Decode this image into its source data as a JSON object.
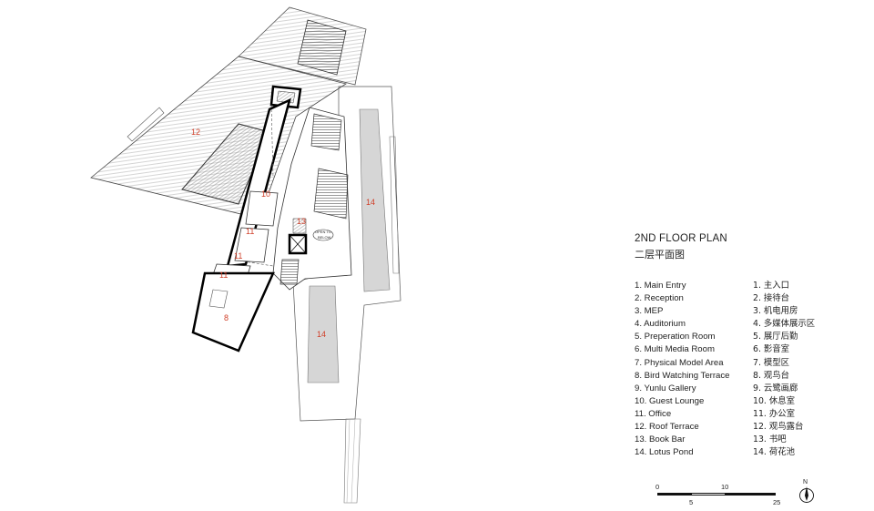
{
  "legend": {
    "title": "2ND FLOOR PLAN",
    "subtitle": "二层平面图",
    "items_en": [
      "1. Main Entry",
      "2. Reception",
      "3. MEP",
      "4. Auditorium",
      "5. Preperation Room",
      "6. Multi Media Room",
      "7. Physical Model Area",
      "8. Bird Watching Terrace",
      "9. Yunlu Gallery",
      "10. Guest Lounge",
      "11. Office",
      "12. Roof Terrace",
      "13. Book Bar",
      "14. Lotus Pond"
    ],
    "items_zh": [
      "1. 主入口",
      "2. 接待台",
      "3. 机电用房",
      "4. 多媒体展示区",
      "5. 展厅后勤",
      "6. 影音室",
      "7. 模型区",
      "8. 观鸟台",
      "9. 云鹭画廊",
      "10. 休息室",
      "11. 办公室",
      "12. 观鸟露台",
      "13. 书吧",
      "14. 荷花池"
    ]
  },
  "plan_labels": {
    "roof_terrace": "12",
    "guest_lounge": "10",
    "office_a": "11",
    "office_b": "11",
    "office_c": "11",
    "bird_terrace": "8",
    "book_bar": "13",
    "lotus_pond_a": "14",
    "lotus_pond_b": "14",
    "open_to_below_line1": "OPEN TO",
    "open_to_below_line2": "BELOW"
  },
  "scale_bar": {
    "tick_0": "0",
    "tick_5": "5",
    "tick_10": "10",
    "tick_25": "25"
  },
  "north_arrow": {
    "label": "N"
  },
  "colors": {
    "room_number": "#d0402a",
    "wall": "#111111",
    "pond": "#d6d6d6"
  }
}
